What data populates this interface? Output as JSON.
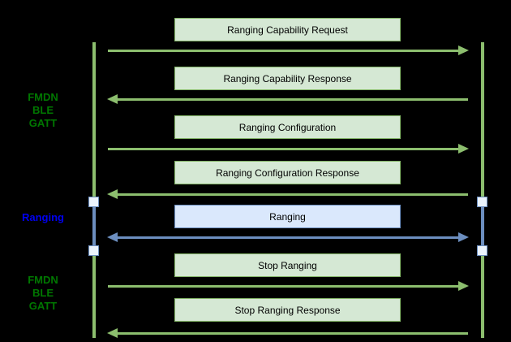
{
  "colors": {
    "background": "#000000",
    "green_box_fill": "#d5e8d4",
    "green_box_border": "#82b366",
    "blue_box_fill": "#dae8fc",
    "blue_box_border": "#6c8ebf",
    "green_line": "#8cbe6e",
    "blue_line": "#6c8ebf",
    "activation_fill": "#ebf3fc",
    "activation_border": "#6c8ebf",
    "phase_label_green": "#007700",
    "phase_label_blue": "#0000f0",
    "box_text": "#000000"
  },
  "diagram": {
    "phase_labels": [
      {
        "lines": [
          "FMDN",
          "BLE",
          "GATT"
        ],
        "scheme": "green"
      },
      {
        "lines": [
          "Ranging"
        ],
        "scheme": "blue"
      },
      {
        "lines": [
          "FMDN",
          "BLE",
          "GATT"
        ],
        "scheme": "green"
      }
    ],
    "messages": [
      {
        "label": "Ranging Capability Request",
        "direction": "right",
        "scheme": "green"
      },
      {
        "label": "Ranging Capability Response",
        "direction": "left",
        "scheme": "green"
      },
      {
        "label": "Ranging Configuration",
        "direction": "right",
        "scheme": "green"
      },
      {
        "label": "Ranging Configuration Response",
        "direction": "left",
        "scheme": "green"
      },
      {
        "label": "Ranging",
        "direction": "both",
        "scheme": "blue"
      },
      {
        "label": "Stop Ranging",
        "direction": "right",
        "scheme": "green"
      },
      {
        "label": "Stop Ranging Response",
        "direction": "left",
        "scheme": "green"
      }
    ]
  }
}
